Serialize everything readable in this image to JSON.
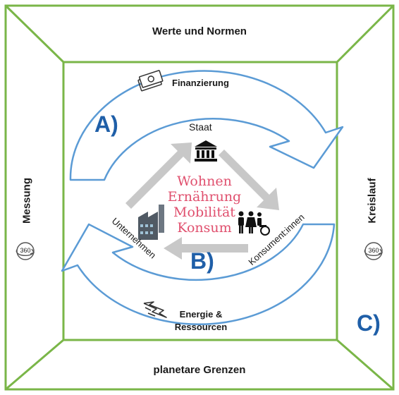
{
  "frame": {
    "top": "Werte und Normen",
    "bottom": "planetare Grenzen",
    "left": "Messung",
    "right": "Kreislauf",
    "left_icon_label": "360",
    "right_icon_label": "360",
    "border_color": "#7ab648"
  },
  "cycle": {
    "arrow_color": "#5b9bd5",
    "top_flow": "Finanzierung",
    "bottom_flow_line1": "Energie &",
    "bottom_flow_line2": "Ressourcen"
  },
  "actors": {
    "state": "Staat",
    "companies": "Unternehmen",
    "consumers": "Konsument:innen"
  },
  "center_words": [
    "Wohnen",
    "Ernährung",
    "Mobilität",
    "Konsum"
  ],
  "markers": {
    "a": "A)",
    "b": "B)",
    "c": "C)"
  },
  "colors": {
    "accent_text": "#e0506e",
    "marker": "#1f5fa8",
    "inner_arrow": "#c8c8c8"
  },
  "icons": [
    "money-icon",
    "government-building-icon",
    "factory-icon",
    "people-icon",
    "lightning-icon",
    "rotation-360-icon"
  ]
}
